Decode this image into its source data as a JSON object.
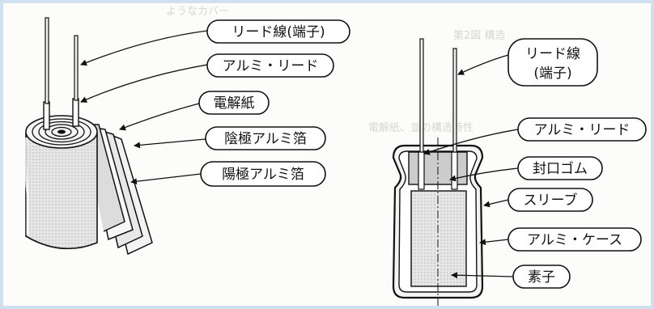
{
  "ghost_text": {
    "top_left": "ようなカバー",
    "mid_left": "第2図 構造",
    "mid_center": "電解紙、並の構造特性"
  },
  "left_diagram": {
    "labels": {
      "lead_wire": "リード線(端子)",
      "aluminum_lead": "アルミ・リード",
      "electrolytic_paper": "電解紙",
      "cathode_foil": "陰極アルミ箔",
      "anode_foil": "陽極アルミ箔"
    }
  },
  "right_diagram": {
    "labels": {
      "lead_wire_line1": "リード線",
      "lead_wire_line2": "(端子)",
      "aluminum_lead": "アルミ・リード",
      "sealing_rubber": "封口ゴム",
      "sleeve": "スリーブ",
      "aluminum_case": "アルミ・ケース",
      "element": "素子"
    }
  }
}
